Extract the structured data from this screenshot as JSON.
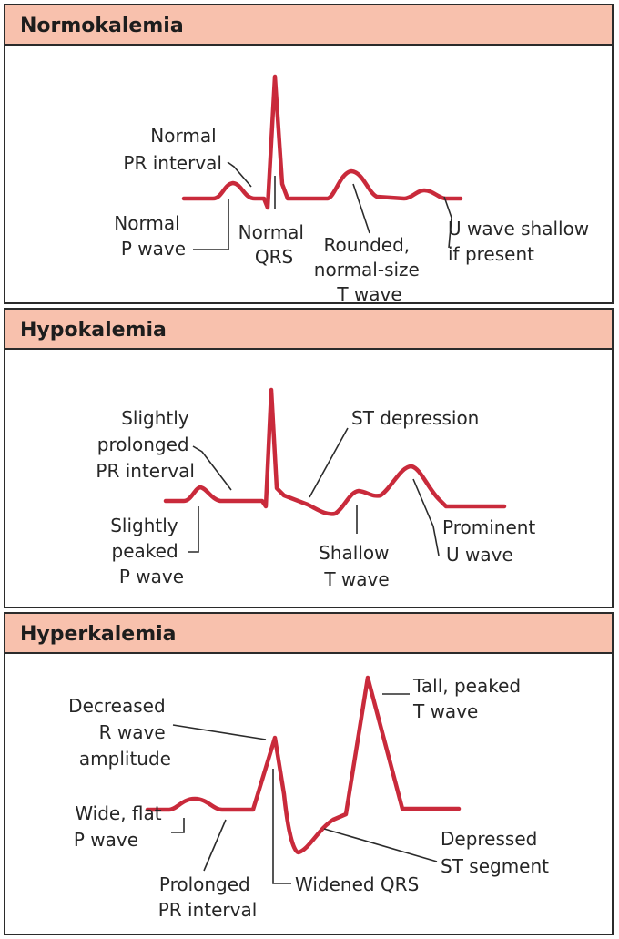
{
  "panels": [
    {
      "title": "Normokalemia",
      "labels": {
        "normal_pr_interval": [
          "Normal",
          "PR interval"
        ],
        "normal_p_wave": [
          "Normal",
          "P wave"
        ],
        "normal_qrs": [
          "Normal",
          "QRS"
        ],
        "rounded_t_wave": [
          "Rounded,",
          "normal-size",
          "T wave"
        ],
        "u_wave": [
          "U wave shallow",
          "if present"
        ]
      }
    },
    {
      "title": "Hypokalemia",
      "labels": {
        "prolonged_pr": [
          "Slightly",
          "prolonged",
          "PR interval"
        ],
        "peaked_p": [
          "Slightly",
          "peaked",
          "P wave"
        ],
        "st_depression": [
          "ST depression"
        ],
        "shallow_t": [
          "Shallow",
          "T wave"
        ],
        "prominent_u": [
          "Prominent",
          "U wave"
        ]
      }
    },
    {
      "title": "Hyperkalemia",
      "labels": {
        "decreased_r": [
          "Decreased",
          "R wave",
          "amplitude"
        ],
        "wide_p": [
          "Wide, flat",
          "P wave"
        ],
        "prolonged_pr": [
          "Prolonged",
          "PR interval"
        ],
        "widened_qrs": [
          "Widened QRS"
        ],
        "tall_t": [
          "Tall, peaked",
          "T wave"
        ],
        "depressed_st": [
          "Depressed",
          "ST segment"
        ]
      }
    }
  ],
  "colors": {
    "header_fill": "#f8c1ad",
    "trace": "#c92a3b",
    "border": "#2b2b2b"
  }
}
